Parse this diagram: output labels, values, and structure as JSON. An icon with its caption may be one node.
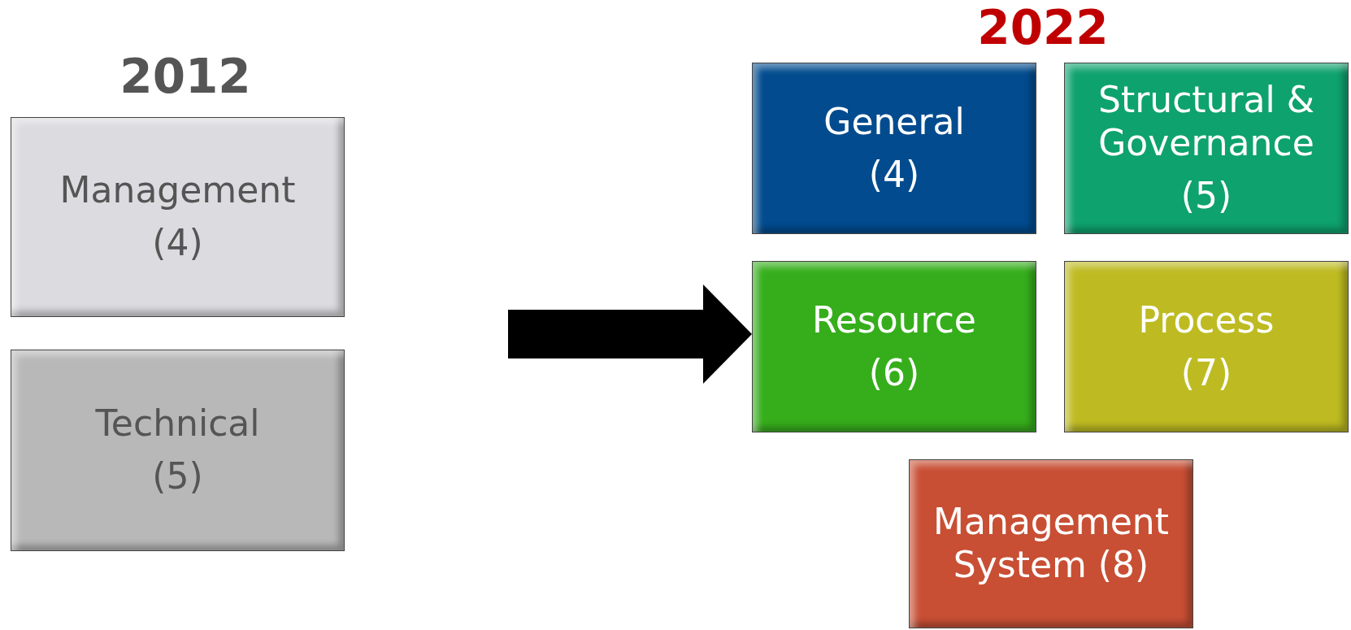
{
  "diagram": {
    "nodes": [
      {
        "text": [
          "Management",
          "(4)"
        ]
      },
      {
        "text": [
          "Technical",
          "(5)"
        ]
      },
      {
        "text": [
          "General",
          "(4)"
        ]
      },
      {
        "text": [
          "Structural & Governance",
          "(5)"
        ]
      },
      {
        "text": [
          "Resource",
          "(6)"
        ]
      },
      {
        "text": [
          "Process",
          "(7)"
        ]
      },
      {
        "text": [
          "Management System (8)"
        ]
      }
    ],
    "edges": [
      {
        "from": null,
        "to": 4,
        "arrow": "to"
      }
    ],
    "labels": [
      "2012",
      "2022"
    ]
  }
}
